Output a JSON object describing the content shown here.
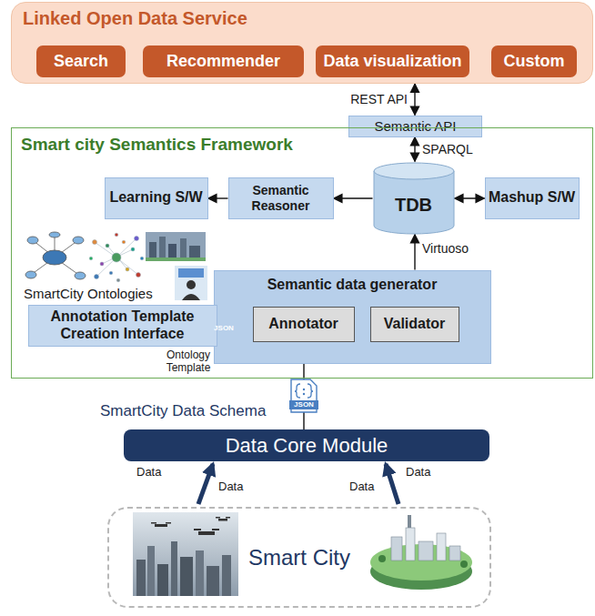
{
  "diagram": {
    "nodes": [
      {
        "text": [
          "Linked Open Data Service"
        ]
      },
      {
        "text": [
          "Search"
        ],
        "in": 0
      },
      {
        "text": [
          "Recommender"
        ],
        "in": 0
      },
      {
        "text": [
          "Data visualization"
        ],
        "in": 0
      },
      {
        "text": [
          "Custom"
        ],
        "in": 0
      },
      {
        "text": [
          "Semantic API"
        ]
      },
      {
        "text": [
          "Smart city Semantics Framework"
        ]
      },
      {
        "text": [
          "Learning S/W"
        ],
        "in": 6
      },
      {
        "text": [
          "Semantic Reasoner"
        ],
        "in": 6
      },
      {
        "text": [
          "TDB"
        ],
        "in": 6
      },
      {
        "text": [
          "Mashup S/W"
        ],
        "in": 6
      },
      {
        "text": [
          "Semantic data generator"
        ],
        "in": 6
      },
      {
        "text": [
          "Annotation Template Creation Interface"
        ],
        "in": 6
      },
      {
        "text": [
          "Annotator"
        ],
        "in": 11
      },
      {
        "text": [
          "Validator"
        ],
        "in": 11
      },
      {
        "text": [
          "Data Core Module"
        ]
      },
      {
        "text": [
          "Smart City"
        ]
      }
    ],
    "edges": [
      {
        "from": 0,
        "to": 5,
        "arrow": "both",
        "label": "REST API"
      },
      {
        "from": 5,
        "to": 9,
        "arrow": "both",
        "label": "SPARQL"
      },
      {
        "from": 9,
        "to": 8,
        "arrow": "to"
      },
      {
        "from": 8,
        "to": 7,
        "arrow": "to"
      },
      {
        "from": 9,
        "to": 10,
        "arrow": "both"
      },
      {
        "from": 13,
        "to": 14,
        "arrow": "to"
      },
      {
        "from": 11,
        "to": 9,
        "arrow": "to",
        "label": "Virtuoso"
      },
      {
        "from": 12,
        "to": 13,
        "arrow": "to"
      },
      {
        "from": 15,
        "to": 13,
        "arrow": "to"
      },
      {
        "from": 16,
        "to": 15,
        "arrow": "to"
      },
      {
        "from": 16,
        "to": 15,
        "arrow": "to"
      }
    ],
    "labels": [
      "SmartCity Ontologies",
      "JSON",
      "Ontology Template",
      "SmartCity Data Schema",
      "JSON",
      "Data",
      "Data",
      "Data",
      "Data"
    ]
  }
}
